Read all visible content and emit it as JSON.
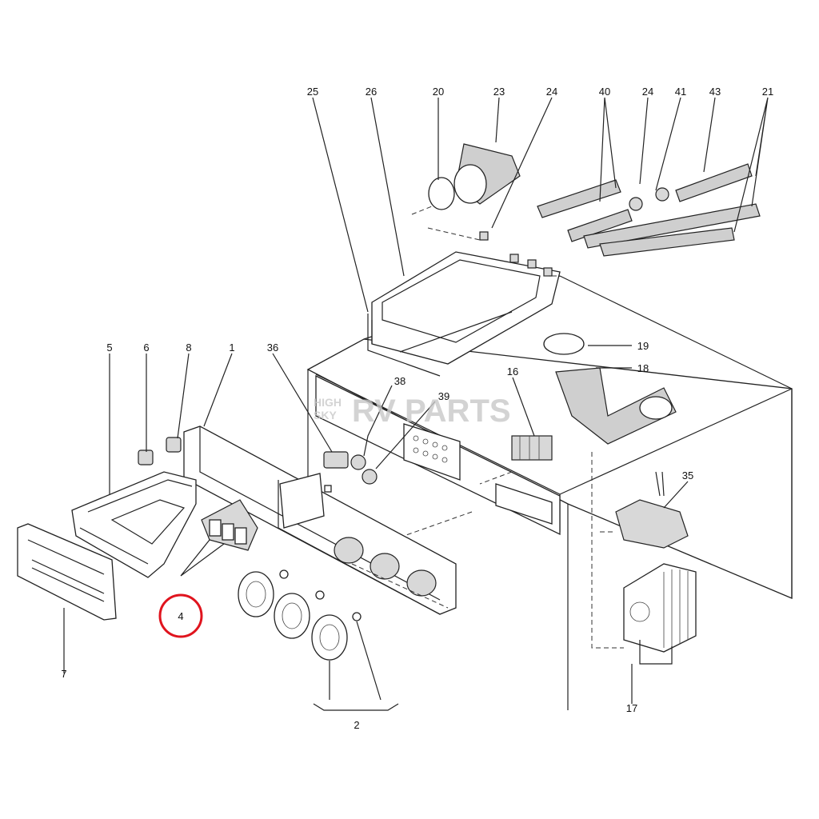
{
  "diagram": {
    "part_labels": {
      "p1": "1",
      "p2": "2",
      "p4": "4",
      "p5": "5",
      "p6": "6",
      "p7": "7",
      "p8": "8",
      "p16": "16",
      "p17": "17",
      "p18": "18",
      "p19": "19",
      "p20": "20",
      "p21": "21",
      "p23": "23",
      "p24a": "24",
      "p24b": "24",
      "p25": "25",
      "p26": "26",
      "p35": "35",
      "p36": "36",
      "p38": "38",
      "p39": "39",
      "p40": "40",
      "p41": "41",
      "p43": "43"
    },
    "watermark": {
      "small_top": "HIGH",
      "small_bottom": "SKY",
      "main": "RV PARTS"
    },
    "highlight": {
      "part": "4",
      "color": "#e0141e"
    }
  }
}
